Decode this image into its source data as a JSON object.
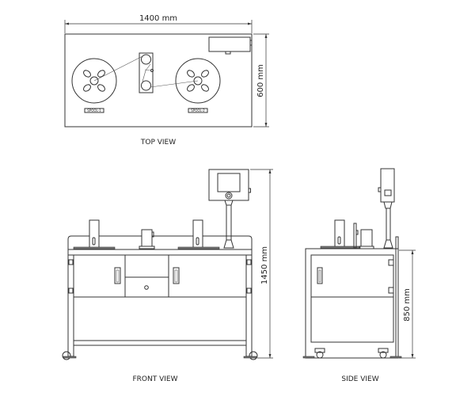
{
  "top_view": {
    "title": "TOP VIEW",
    "width_dim": "1400 mm",
    "depth_dim": "600 mm",
    "spool_labels": [
      "SPOOL-1",
      "SPOOL-2"
    ]
  },
  "front_view": {
    "title": "FRONT VIEW",
    "height_dim": "1450 mm"
  },
  "side_view": {
    "title": "SIDE VIEW",
    "height_dim": "850 mm"
  }
}
